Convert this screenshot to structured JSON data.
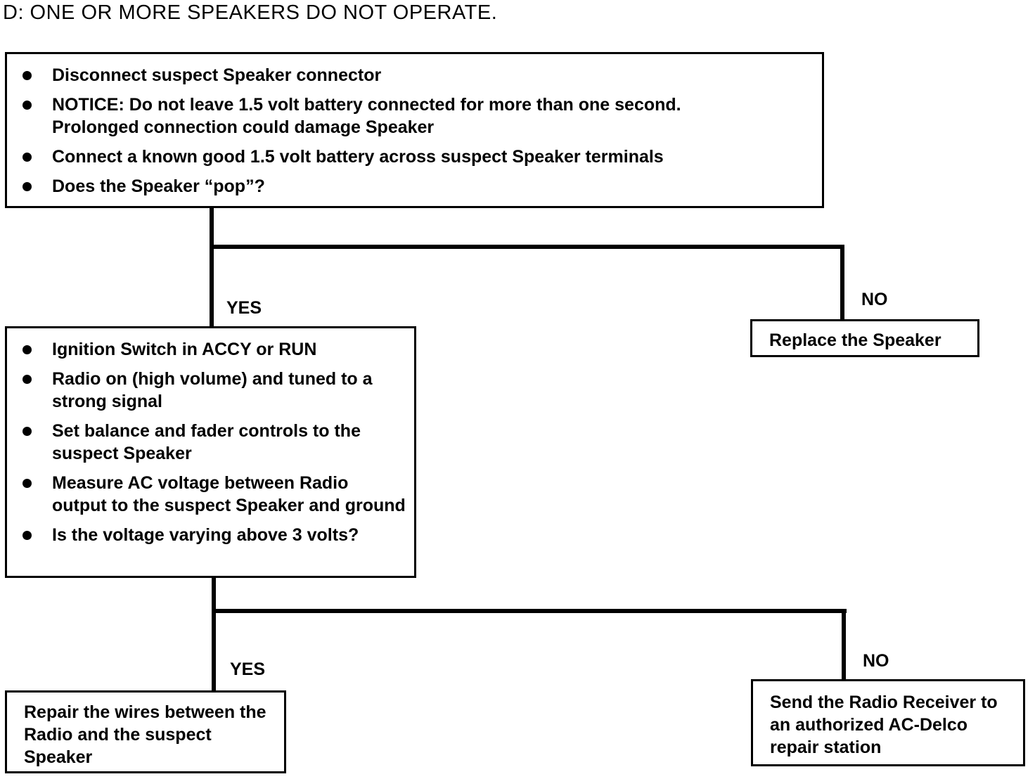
{
  "title": "D: ONE OR MORE  SPEAKERS DO NOT  OPERATE.",
  "step1": {
    "items": [
      "Disconnect suspect Speaker connector",
      "NOTICE: Do not leave 1.5 volt battery connected for more than one second. Prolonged connection could damage Speaker",
      "Connect a known good 1.5 volt battery across suspect Speaker terminals",
      "Does the Speaker “pop”?"
    ],
    "item2_line1": "NOTICE: Do not leave 1.5 volt battery connected for more than one second.",
    "item2_line2": "Prolonged connection could damage Speaker"
  },
  "step1_yes_label": "YES",
  "step1_no_label": "NO",
  "step1_no_result": "Replace the Speaker",
  "step2": {
    "items": [
      "Ignition Switch in ACCY or RUN",
      "Radio on (high volume) and tuned to a strong signal",
      "Set balance and fader controls to the suspect Speaker",
      "Measure AC voltage between Radio output to the suspect Speaker and ground",
      "Is the voltage varying above 3 volts?"
    ]
  },
  "step2_yes_label": "YES",
  "step2_no_label": "NO",
  "step2_yes_result": "Repair the wires between the Radio and the suspect Speaker",
  "step2_no_result": "Send the Radio Receiver to an authorized AC-Delco repair station"
}
